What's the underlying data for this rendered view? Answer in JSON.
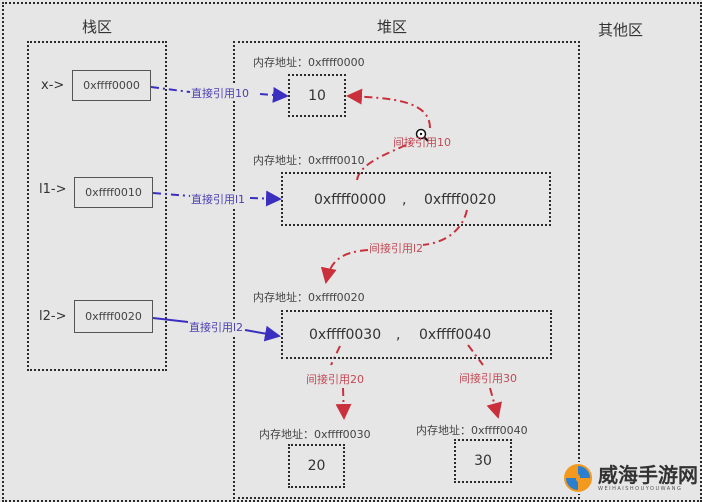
{
  "regions": {
    "stack": "栈区",
    "heap": "堆区",
    "other": "其他区"
  },
  "stack": [
    {
      "var": "x->",
      "addr": "0xffff0000",
      "ref": "直接引用10"
    },
    {
      "var": "l1->",
      "addr": "0xffff0010",
      "ref": "直接引用l1"
    },
    {
      "var": "l2->",
      "addr": "0xffff0020",
      "ref": "直接引用l2"
    }
  ],
  "heap": {
    "obj10": {
      "addr_label": "内存地址：0xffff0000",
      "value": "10"
    },
    "l1": {
      "addr_label": "内存地址：0xffff0010",
      "item0": "0xffff0000",
      "sep": ",",
      "item1": "0xffff0020"
    },
    "l2": {
      "addr_label": "内存地址：0xffff0020",
      "item0": "0xffff0030",
      "sep": ",",
      "item1": "0xffff0040"
    },
    "obj20": {
      "addr_label": "内存地址：0xffff0030",
      "value": "20"
    },
    "obj30": {
      "addr_label": "内存地址：0xffff0040",
      "value": "30"
    }
  },
  "indirect": {
    "r10": "间接引用10",
    "rl2": "间接引用l2",
    "r20": "间接引用20",
    "r30": "间接引用30"
  },
  "watermark": {
    "name": "威海手游网",
    "sub": "WEIHAISHOUYOUWANG"
  },
  "colors": {
    "direct": "#3b2fc0",
    "indirect": "#c9303c"
  }
}
